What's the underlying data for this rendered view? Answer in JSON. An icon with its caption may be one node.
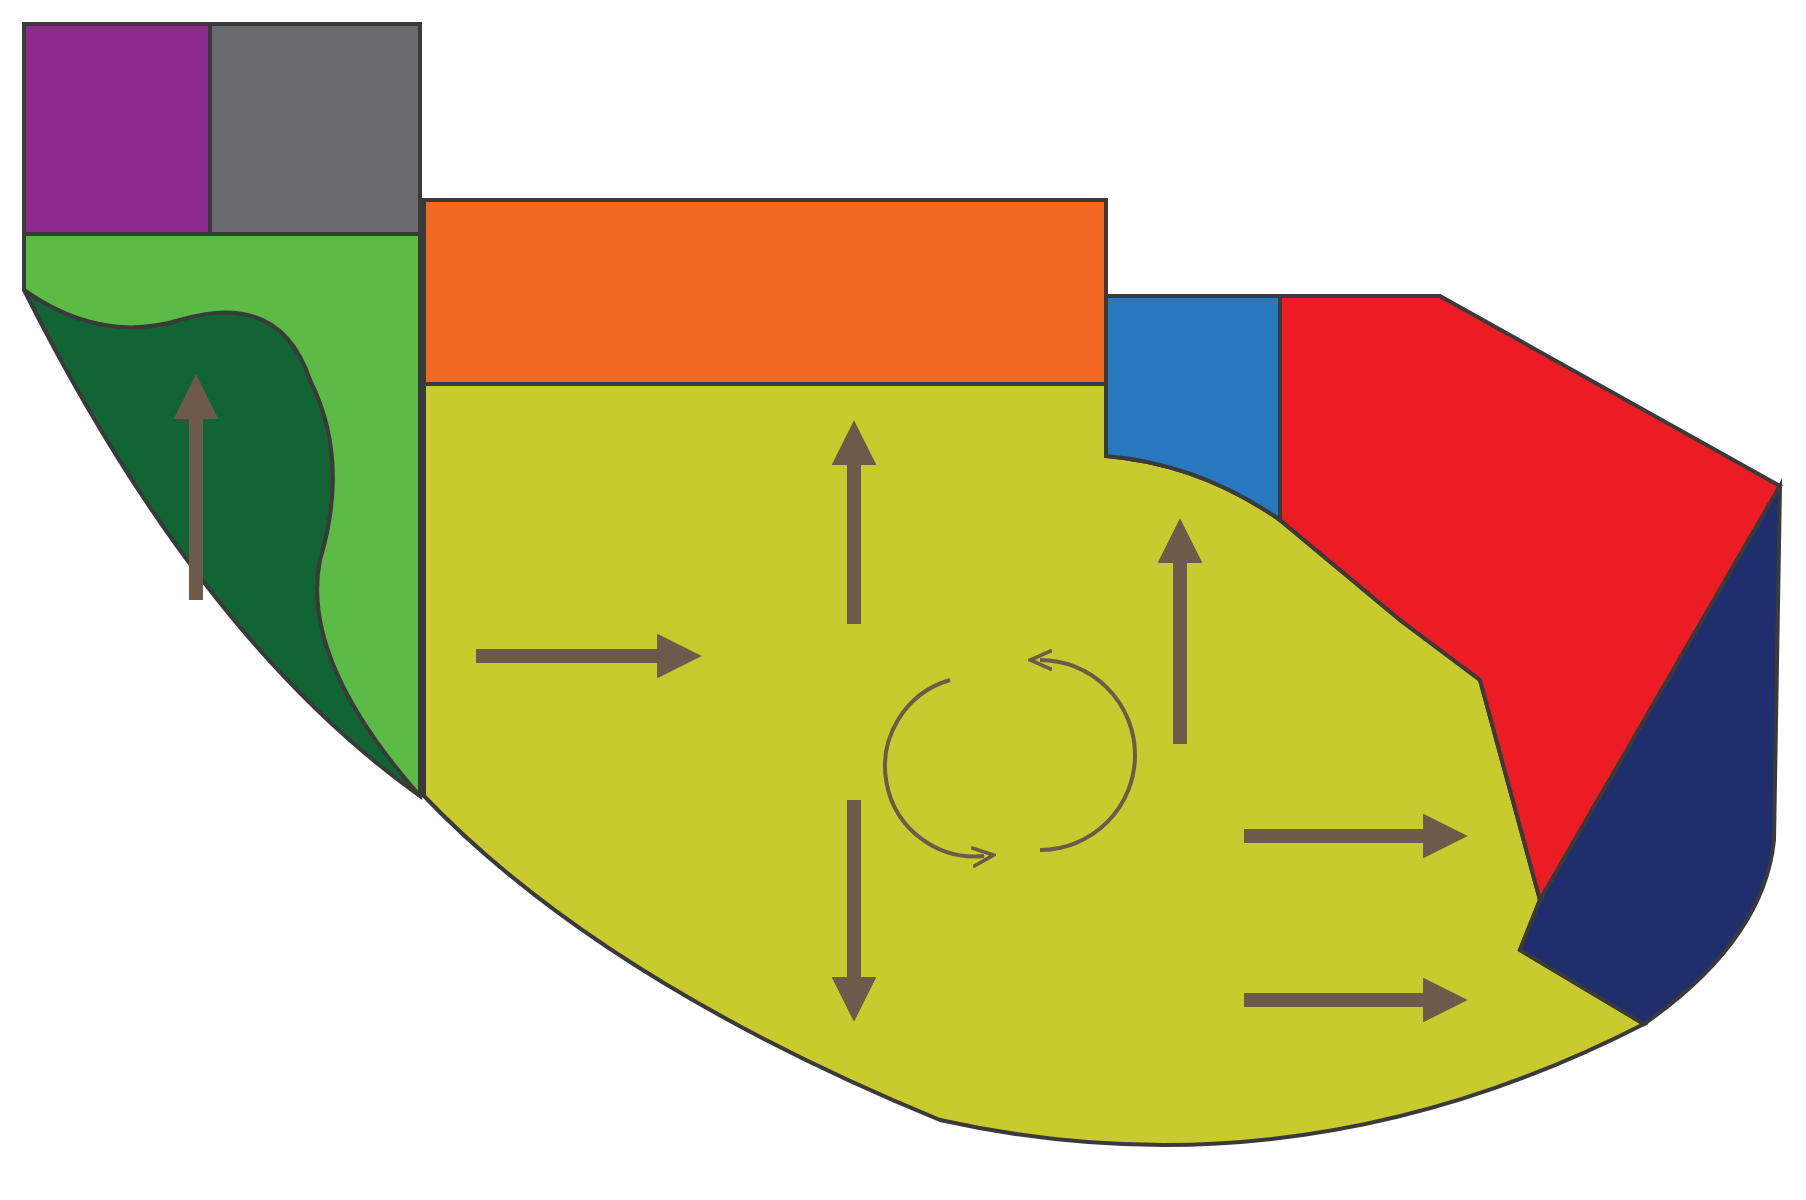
{
  "diagram": {
    "nodes": [
      {
        "text": [],
        "shape": "box"
      },
      {
        "text": [],
        "shape": "box"
      },
      {
        "text": [],
        "shape": "polygon"
      },
      {
        "text": [],
        "shape": "polygon",
        "in": 2
      },
      {
        "text": [],
        "shape": "box"
      },
      {
        "text": [],
        "shape": "polygon"
      },
      {
        "text": [],
        "shape": "polygon"
      },
      {
        "text": [],
        "shape": "polygon"
      },
      {
        "text": [],
        "shape": "polygon"
      }
    ]
  }
}
